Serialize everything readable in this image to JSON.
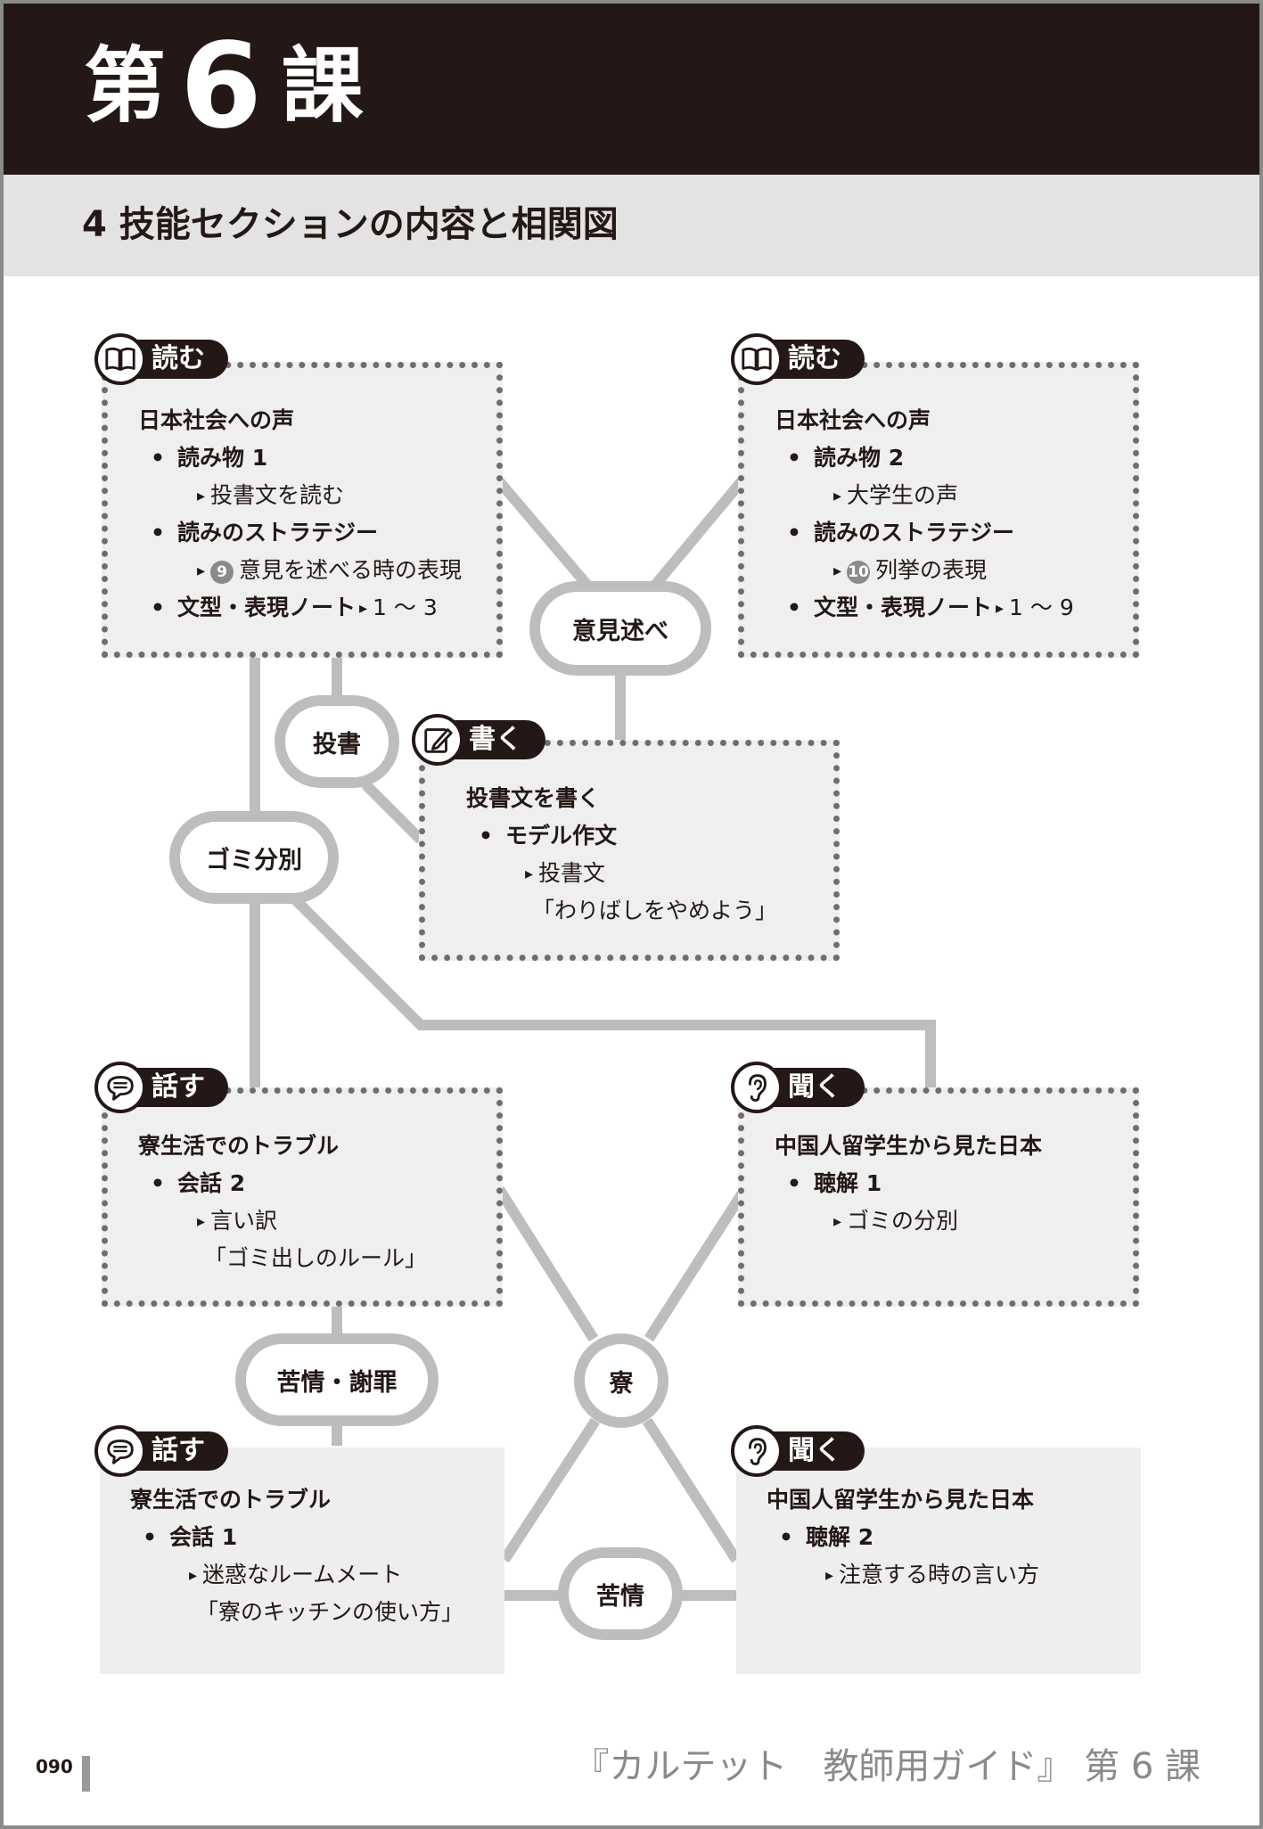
{
  "header": {
    "chapter_prefix": "第",
    "chapter_number": "6",
    "chapter_suffix": "課",
    "section_title": "4 技能セクションの内容と相関図"
  },
  "skills": {
    "read": "読む",
    "write": "書く",
    "speak": "話す",
    "listen": "聞く"
  },
  "boxes": {
    "read1": {
      "title": "日本社会への声",
      "item1": "読み物 1",
      "item1_sub": "投書文を読む",
      "item2": "読みのストラテジー",
      "item2_badge": "9",
      "item2_sub": "意見を述べる時の表現",
      "item3": "文型・表現ノート",
      "item3_range": "1 ～ 3"
    },
    "read2": {
      "title": "日本社会への声",
      "item1": "読み物 2",
      "item1_sub": "大学生の声",
      "item2": "読みのストラテジー",
      "item2_badge": "10",
      "item2_sub": "列挙の表現",
      "item3": "文型・表現ノート",
      "item3_range": "1 ～ 9"
    },
    "write": {
      "title": "投書文を書く",
      "item1": "モデル作文",
      "item1_sub": "投書文",
      "item1_sub2": "「わりばしをやめよう」"
    },
    "speak2": {
      "title": "寮生活でのトラブル",
      "item1": "会話 2",
      "item1_sub": "言い訳",
      "item1_sub2": "「ゴミ出しのルール」"
    },
    "listen1": {
      "title": "中国人留学生から見た日本",
      "item1": "聴解 1",
      "item1_sub": "ゴミの分別"
    },
    "speak1": {
      "title": "寮生活でのトラブル",
      "item1": "会話 1",
      "item1_sub": "迷惑なルームメート",
      "item1_sub2": "「寮のキッチンの使い方」"
    },
    "listen2": {
      "title": "中国人留学生から見た日本",
      "item1": "聴解 2",
      "item1_sub": "注意する時の言い方"
    }
  },
  "nodes": {
    "opinion": "意見述べ",
    "letter": "投書",
    "garbage": "ゴミ分別",
    "dorm": "寮",
    "complaint_apology": "苦情・謝罪",
    "complaint": "苦情"
  },
  "footer": {
    "page_number": "090",
    "book_title": "『カルテット　教師用ガイド』 第 6 課"
  }
}
